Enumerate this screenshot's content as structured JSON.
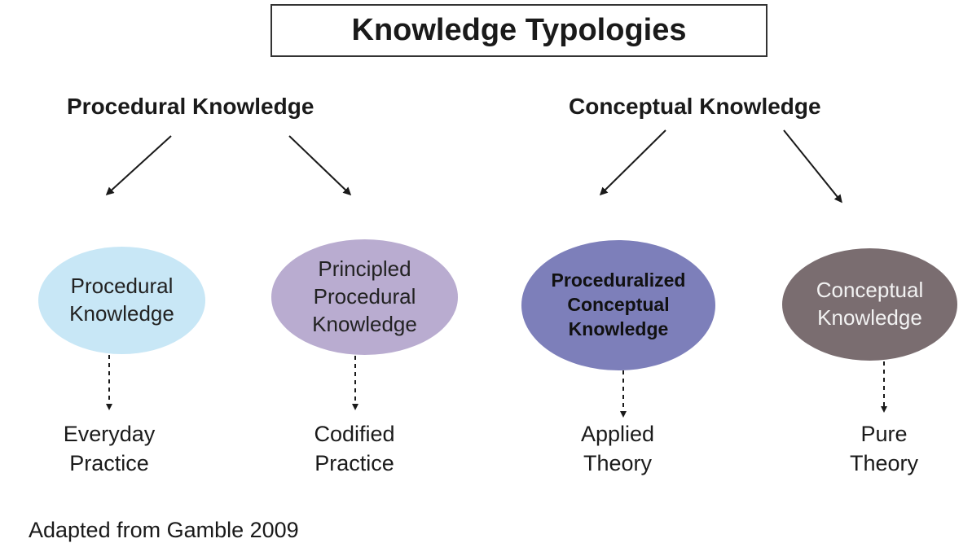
{
  "title": "Knowledge Typologies",
  "headings": {
    "left": "Procedural Knowledge",
    "right": "Conceptual Knowledge"
  },
  "nodes": [
    {
      "label": "Procedural\nKnowledge",
      "color": "#c8e7f6"
    },
    {
      "label": "Principled\nProcedural\nKnowledge",
      "color": "#b9acd0"
    },
    {
      "label": "Proceduralized\nConceptual\nKnowledge",
      "color": "#7d7fba"
    },
    {
      "label": "Conceptual\nKnowledge",
      "color": "#7a6d70"
    }
  ],
  "outcomes": [
    "Everyday\nPractice",
    "Codified\nPractice",
    "Applied\nTheory",
    "Pure\nTheory"
  ],
  "source": "Adapted from Gamble 2009"
}
